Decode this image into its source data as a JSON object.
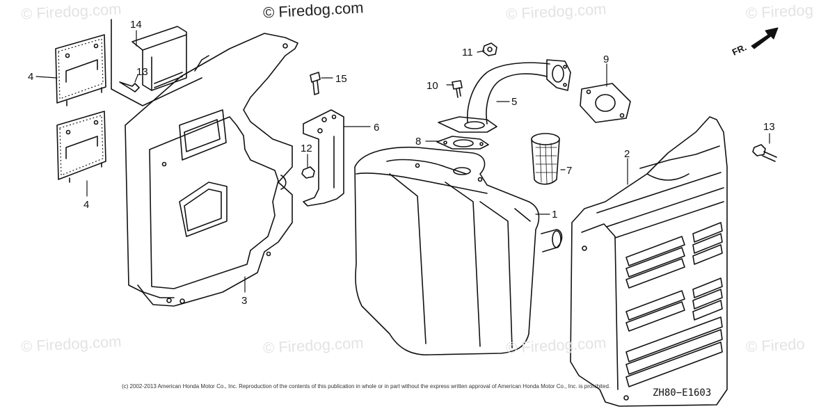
{
  "watermarks": {
    "primary": "© Firedog.com",
    "faint_1": "© Firedog.com",
    "faint_2": "© Firedog.com",
    "faint_3": "© Firedog",
    "faint_4": "© Firedog.com",
    "faint_5": "© Firedog.com",
    "faint_6": "© Firedog.com",
    "faint_7": "© Firedo"
  },
  "direction_marker": "FR.",
  "copyright": "(c) 2002-2013 American Honda Motor Co., Inc. Reproduction of the contents of this publication in whole or in part without the express written approval of American Honda Motor Co., Inc. is prohibited.",
  "diagram_code": "ZH80−E1603",
  "callouts": {
    "c1": "1",
    "c2": "2",
    "c3": "3",
    "c4a": "4",
    "c4b": "4",
    "c5": "5",
    "c6": "6",
    "c7": "7",
    "c8": "8",
    "c9": "9",
    "c10": "10",
    "c11": "11",
    "c12": "12",
    "c13a": "13",
    "c13b": "13",
    "c14": "14",
    "c15": "15"
  },
  "colors": {
    "line": "#111111",
    "watermark_faint": "#e3e3e3",
    "background": "#ffffff"
  }
}
